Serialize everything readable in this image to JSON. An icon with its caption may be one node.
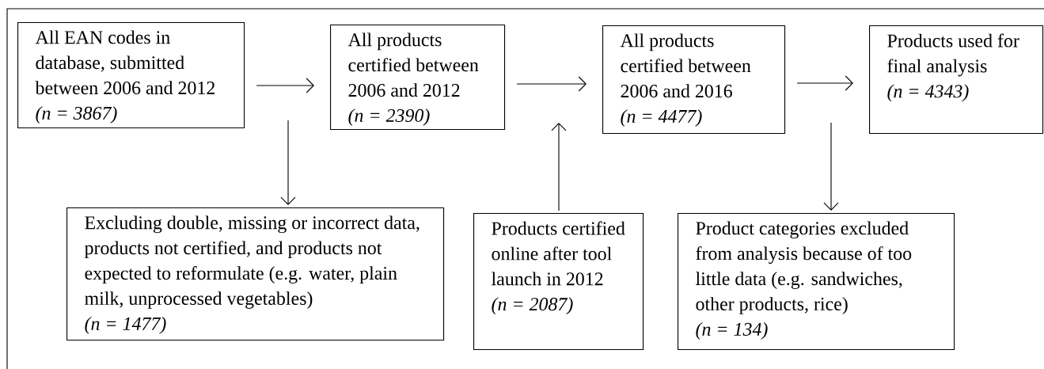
{
  "diagram": {
    "nodes": [
      {
        "text": [
          "All EAN codes in database, submitted between 2006 and 2012",
          "(n = 3867)"
        ]
      },
      {
        "text": [
          "All products certified between 2006 and 2012",
          "(n = 2390)"
        ]
      },
      {
        "text": [
          "All products certified between 2006 and 2016",
          "(n = 4477)"
        ]
      },
      {
        "text": [
          "Products used for final analysis",
          "(n = 4343)"
        ]
      },
      {
        "text": [
          "Excluding double, missing or incorrect data, products not certified, and products not expected to reformulate (e.g. water, plain milk, unprocessed vegetables)",
          "(n = 1477)"
        ]
      },
      {
        "text": [
          "Products certified online after tool launch in 2012",
          "(n = 2087)"
        ]
      },
      {
        "text": [
          "Product categories excluded from analysis because of too little data (e.g. sandwiches, other products, rice)",
          "(n = 134)"
        ]
      }
    ],
    "edges": [
      {
        "from": 0,
        "to": 1,
        "arrow": "to"
      },
      {
        "from": 1,
        "to": 2,
        "arrow": "to"
      },
      {
        "from": 2,
        "to": 3,
        "arrow": "to"
      },
      {
        "from": null,
        "to": 4,
        "arrow": "to"
      },
      {
        "from": 5,
        "to": null,
        "arrow": "to"
      },
      {
        "from": null,
        "to": 6,
        "arrow": "to"
      }
    ]
  }
}
